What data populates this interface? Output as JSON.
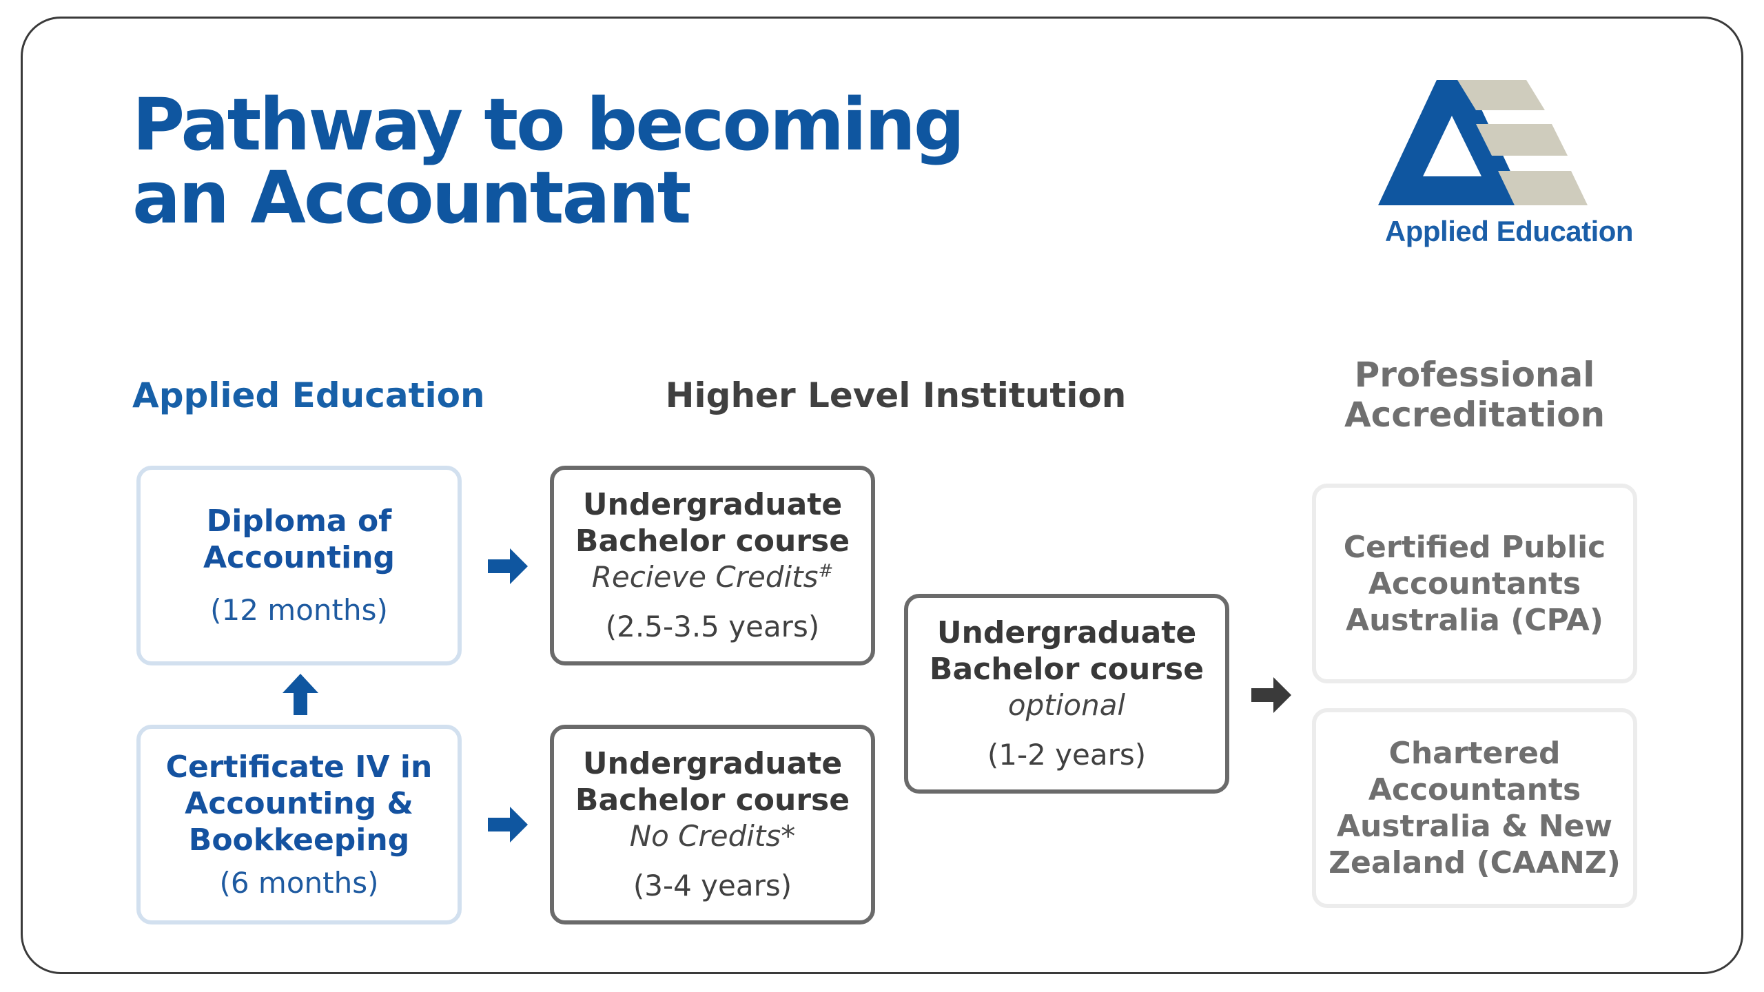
{
  "title": {
    "line1": "Pathway to becoming",
    "line2": "an Accountant"
  },
  "logo": {
    "text": "Applied Education",
    "colors": {
      "blue": "#0f56a0",
      "grey": "#cfccbd"
    }
  },
  "columns": {
    "applied_education": "Applied Education",
    "higher_level": "Higher Level Institution",
    "professional": {
      "line1": "Professional",
      "line2": "Accreditation"
    }
  },
  "boxes": {
    "diploma": {
      "title1": "Diploma of",
      "title2": "Accounting",
      "duration": "(12 months)"
    },
    "certificate": {
      "title1": "Certificate IV in",
      "title2": "Accounting &",
      "title3": "Bookkeeping",
      "duration": "(6 months)"
    },
    "ug_credits": {
      "title1": "Undergraduate",
      "title2": "Bachelor course",
      "note": "Recieve Credits",
      "note_mark": "#",
      "duration": "(2.5-3.5 years)"
    },
    "ug_no_credits": {
      "title1": "Undergraduate",
      "title2": "Bachelor course",
      "note": "No Credits*",
      "duration": "(3-4 years)"
    },
    "ug_optional": {
      "title1": "Undergraduate",
      "title2": "Bachelor course",
      "note": "optional",
      "duration": "(1-2 years)"
    },
    "cpa": {
      "line1": "Certified Public",
      "line2": "Accountants",
      "line3": "Australia (CPA)"
    },
    "caanz": {
      "line1": "Chartered",
      "line2": "Accountants",
      "line3": "Australia & New",
      "line4": "Zealand (CAANZ)"
    }
  },
  "colors": {
    "primary_blue": "#0f56a0",
    "light_blue_border": "#d2e0ef",
    "dark_border": "#6a6a6a",
    "light_border": "#ececec",
    "dark_arrow": "#3a3a3a"
  }
}
